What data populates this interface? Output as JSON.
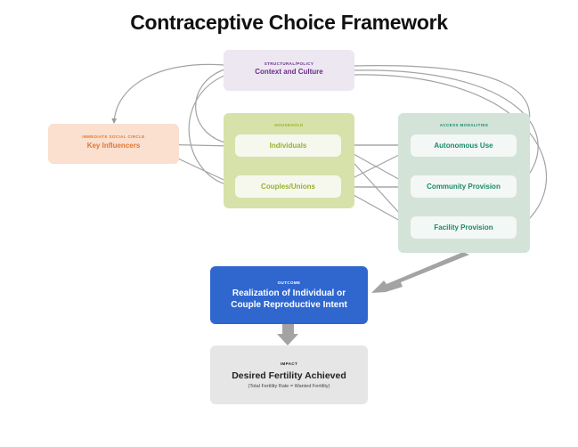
{
  "title": "Contraceptive Choice Framework",
  "structural": {
    "tag": "STRUCTURAL/POLICY",
    "label": "Context and Culture"
  },
  "social": {
    "tag": "IMMEDIATE SOCIAL CIRCLE",
    "label": "Key Influencers"
  },
  "household": {
    "tag": "HOUSEHOLD",
    "items": [
      "Individuals",
      "Couples/Unions"
    ]
  },
  "access": {
    "tag": "ACCESS MODALITIES",
    "items": [
      "Autonomous Use",
      "Community Provision",
      "Facility Provision"
    ]
  },
  "outcome": {
    "tag": "OUTCOME",
    "line1": "Realization of Individual or",
    "line2": "Couple Reproductive Intent"
  },
  "impact": {
    "tag": "IMPACT",
    "label": "Desired Fertility Achieved",
    "note": "(Total Fertility Rate = Wanted Fertility)"
  },
  "colors": {
    "structural_bg": "#ece7f1",
    "structural_text": "#6a2d86",
    "social_bg": "#fbdfcf",
    "social_text": "#e0782e",
    "household_bg": "#d6e2a9",
    "household_text": "#95b22c",
    "access_bg": "#d3e3d8",
    "access_text": "#1a8a6a",
    "outcome_bg": "#2f67cf",
    "impact_bg": "#e6e6e6"
  }
}
